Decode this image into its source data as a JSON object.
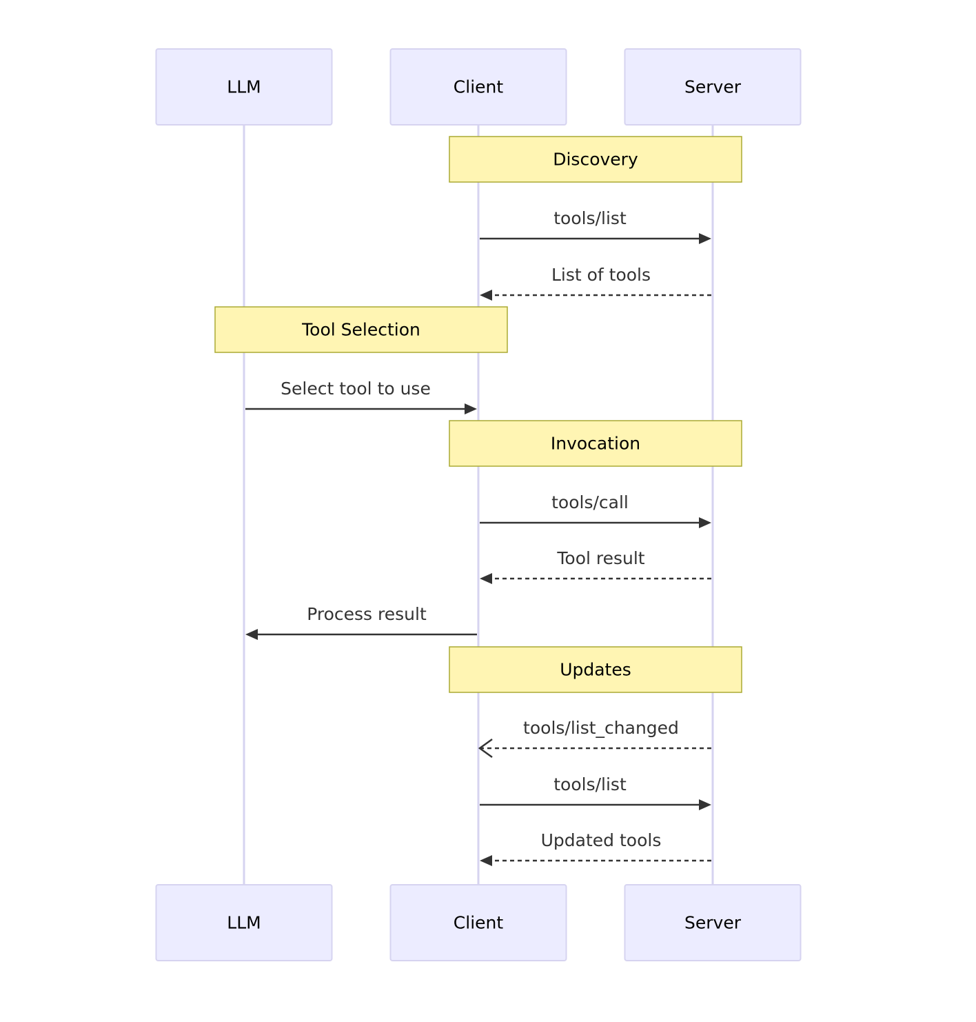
{
  "participants": [
    {
      "id": "llm",
      "label": "LLM"
    },
    {
      "id": "client",
      "label": "Client"
    },
    {
      "id": "server",
      "label": "Server"
    }
  ],
  "notes": [
    {
      "id": "discovery",
      "label": "Discovery",
      "over": [
        "client",
        "server"
      ]
    },
    {
      "id": "tool-selection",
      "label": "Tool Selection",
      "over": [
        "llm",
        "client"
      ]
    },
    {
      "id": "invocation",
      "label": "Invocation",
      "over": [
        "client",
        "server"
      ]
    },
    {
      "id": "updates",
      "label": "Updates",
      "over": [
        "client",
        "server"
      ]
    }
  ],
  "messages": [
    {
      "id": "tools-list-1",
      "label": "tools/list",
      "from": "client",
      "to": "server",
      "style": "solid"
    },
    {
      "id": "list-of-tools",
      "label": "List of tools",
      "from": "server",
      "to": "client",
      "style": "dashed"
    },
    {
      "id": "select-tool",
      "label": "Select tool to use",
      "from": "llm",
      "to": "client",
      "style": "solid"
    },
    {
      "id": "tools-call",
      "label": "tools/call",
      "from": "client",
      "to": "server",
      "style": "solid"
    },
    {
      "id": "tool-result",
      "label": "Tool result",
      "from": "server",
      "to": "client",
      "style": "dashed"
    },
    {
      "id": "process-result",
      "label": "Process result",
      "from": "client",
      "to": "llm",
      "style": "solid"
    },
    {
      "id": "tools-list-changed",
      "label": "tools/list_changed",
      "from": "server",
      "to": "client",
      "style": "dashed-open"
    },
    {
      "id": "tools-list-2",
      "label": "tools/list",
      "from": "client",
      "to": "server",
      "style": "solid"
    },
    {
      "id": "updated-tools",
      "label": "Updated tools",
      "from": "server",
      "to": "client",
      "style": "dashed"
    }
  ],
  "sequence": [
    "note:discovery",
    "msg:tools-list-1",
    "msg:list-of-tools",
    "note:tool-selection",
    "msg:select-tool",
    "note:invocation",
    "msg:tools-call",
    "msg:tool-result",
    "msg:process-result",
    "note:updates",
    "msg:tools-list-changed",
    "msg:tools-list-2",
    "msg:updated-tools"
  ],
  "colors": {
    "actor_fill": "#ECECFF",
    "actor_stroke": "#D6D3F0",
    "note_fill": "#FFF5B3",
    "note_stroke": "#AAAA33",
    "line": "#333333"
  }
}
